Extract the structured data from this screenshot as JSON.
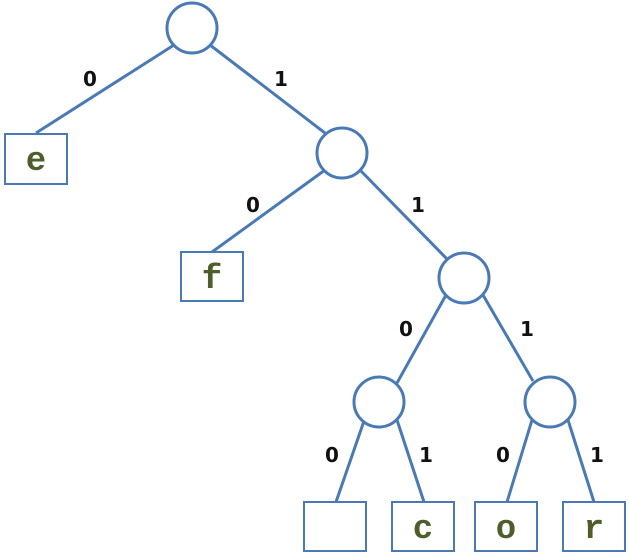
{
  "tree": {
    "edge_labels": {
      "root_left": "0",
      "root_right": "1",
      "n1_left": "0",
      "n1_right": "1",
      "n2_left": "0",
      "n2_right": "1",
      "n3_left": "0",
      "n3_right": "1",
      "n4_left": "0",
      "n4_right": "1"
    },
    "leaves": {
      "e": "e",
      "f": "f",
      "empty": "",
      "c": "c",
      "o": "o",
      "r": "r"
    },
    "colors": {
      "stroke": "#4a7ab5",
      "leaf_text": "#4d5e2a",
      "label_text": "#111111"
    }
  }
}
